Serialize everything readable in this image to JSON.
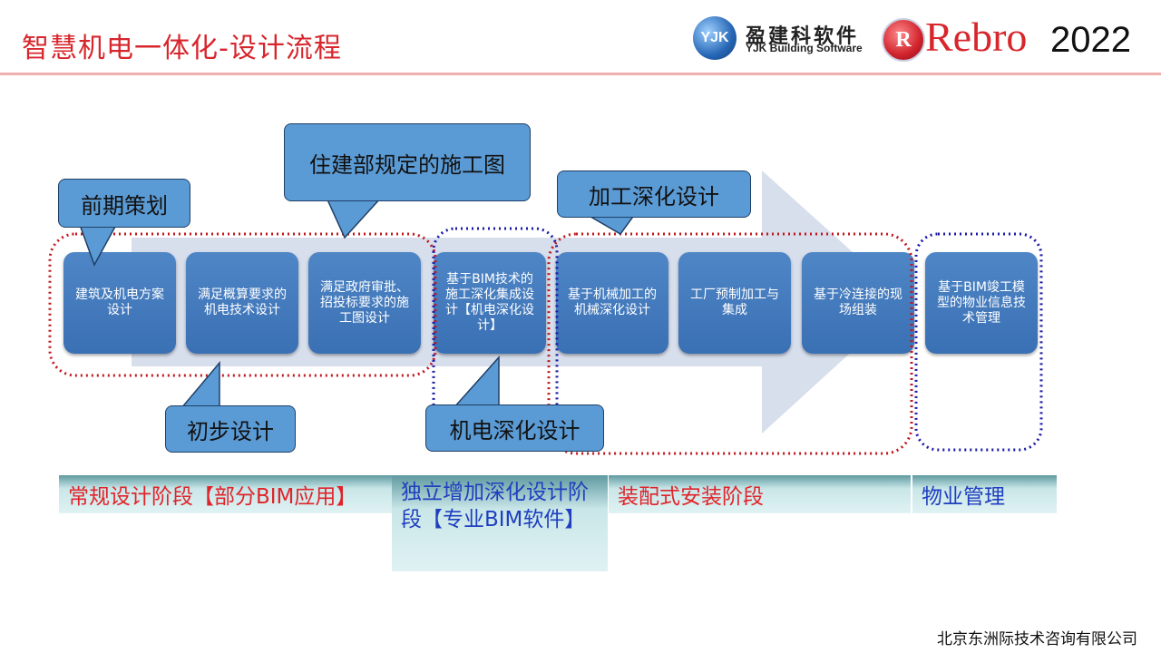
{
  "title": "智慧机电一体化-设计流程",
  "logos": {
    "yjk_mark": "YJK",
    "yjk_cn": "盈建科软件",
    "yjk_en": "YJK Building Software",
    "rebro_mark": "R",
    "rebro": "Rebro",
    "year": "2022"
  },
  "steps": [
    "建筑及机电方案设计",
    "满足概算要求的机电技术设计",
    "满足政府审批、招投标要求的施工图设计",
    "基于BIM技术的施工深化集成设计【机电深化设计】",
    "基于机械加工的机械深化设计",
    "工厂预制加工与集成",
    "基于冷连接的现场组装",
    "基于BIM竣工模型的物业信息技术管理"
  ],
  "callouts": {
    "preliminary": "前期策划",
    "construction_drawing": "住建部规定的施工图",
    "processing": "加工深化设计",
    "initial_design": "初步设计",
    "mep_detailing": "机电深化设计"
  },
  "phases": {
    "conventional": "常规设计阶段【部分BIM应用】",
    "independent": "独立增加深化设计阶段【专业BIM软件】",
    "assembly": "装配式安装阶段",
    "property": "物业管理"
  },
  "colors": {
    "title_red": "#d7262c",
    "box_blue": "#3a70b4",
    "callout_blue": "#5b9bd5",
    "dotted_red": "#c0181e",
    "dotted_blue": "#1a1aa8"
  },
  "footer": "北京东洲际技术咨询有限公司"
}
